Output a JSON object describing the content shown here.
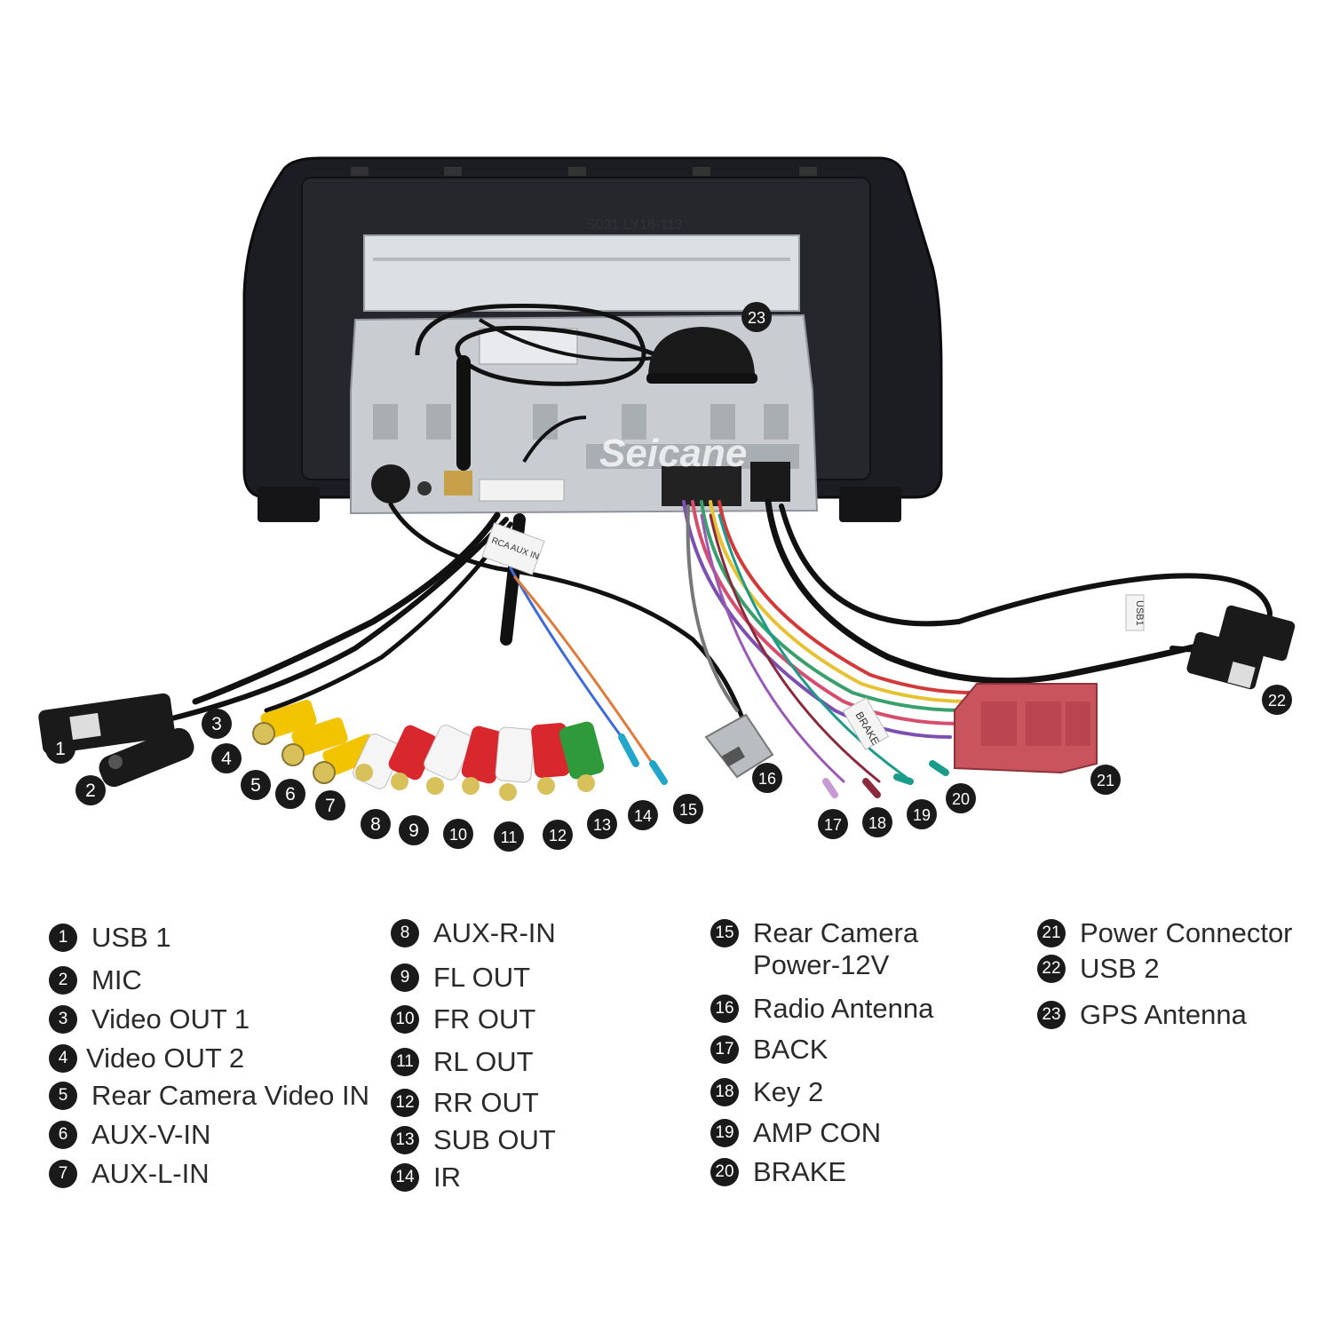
{
  "watermark": "Seicane",
  "panel_code": "S031  LY16-113",
  "legend": [
    {
      "num": "1",
      "label": "USB 1"
    },
    {
      "num": "2",
      "label": "MIC"
    },
    {
      "num": "3",
      "label": "Video OUT 1"
    },
    {
      "num": "4",
      "label": "Video OUT 2"
    },
    {
      "num": "5",
      "label": "Rear Camera Video IN"
    },
    {
      "num": "6",
      "label": "AUX-V-IN"
    },
    {
      "num": "7",
      "label": "AUX-L-IN"
    },
    {
      "num": "8",
      "label": "AUX-R-IN"
    },
    {
      "num": "9",
      "label": "FL OUT"
    },
    {
      "num": "10",
      "label": "FR OUT"
    },
    {
      "num": "11",
      "label": "RL OUT"
    },
    {
      "num": "12",
      "label": "RR OUT"
    },
    {
      "num": "13",
      "label": "SUB OUT"
    },
    {
      "num": "14",
      "label": "IR"
    },
    {
      "num": "15",
      "label": "Rear Camera\nPower-12V"
    },
    {
      "num": "16",
      "label": "Radio Antenna"
    },
    {
      "num": "17",
      "label": "BACK"
    },
    {
      "num": "18",
      "label": "Key 2"
    },
    {
      "num": "19",
      "label": "AMP CON"
    },
    {
      "num": "20",
      "label": "BRAKE"
    },
    {
      "num": "21",
      "label": "Power Connector"
    },
    {
      "num": "22",
      "label": "USB 2"
    },
    {
      "num": "23",
      "label": "GPS Antenna"
    }
  ],
  "markers": [
    "1",
    "2",
    "3",
    "4",
    "5",
    "6",
    "7",
    "8",
    "9",
    "10",
    "11",
    "12",
    "13",
    "14",
    "15",
    "16",
    "17",
    "18",
    "19",
    "20",
    "21",
    "22",
    "23"
  ],
  "tags": {
    "brake": "BRAKE",
    "usb": "USB1",
    "rca": "RCA AUX IN"
  },
  "colors": {
    "bezel": "#1c1d22",
    "chassis": "#c9ccd0",
    "power_connector": "#c9545e",
    "badge": "#1a1a1a"
  }
}
